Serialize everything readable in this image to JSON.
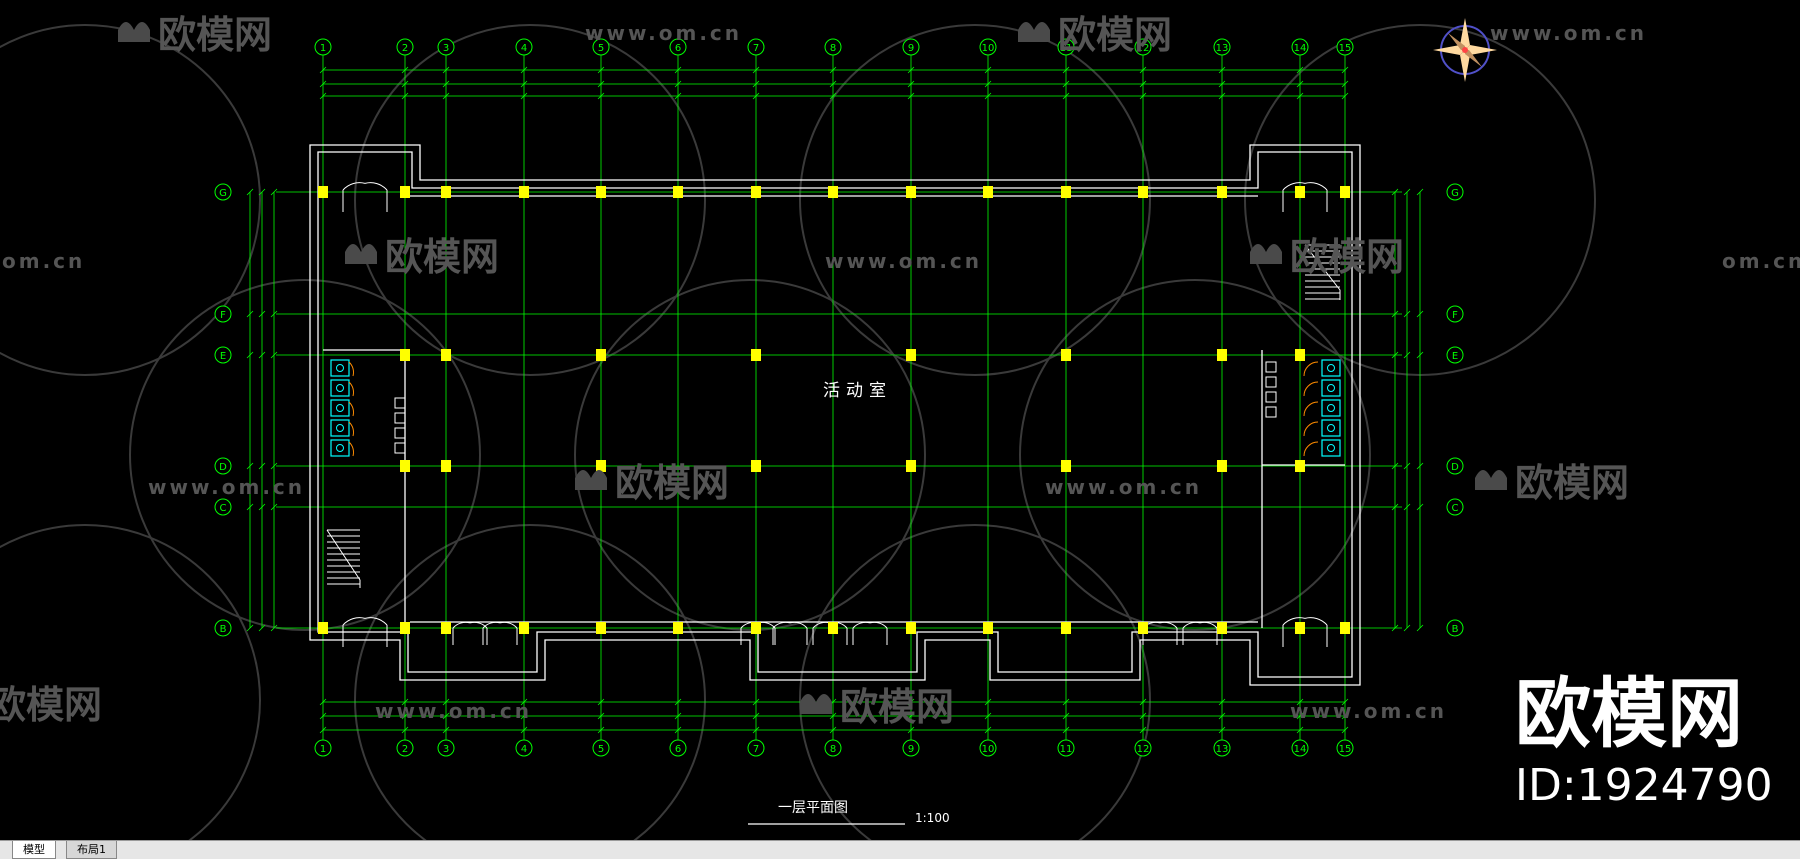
{
  "drawing": {
    "room_label": "活动室",
    "title": "一层平面图",
    "scale": "1:100",
    "column_numbers": [
      "1",
      "2",
      "3",
      "4",
      "5",
      "6",
      "7",
      "8",
      "9",
      "10",
      "11",
      "12",
      "13",
      "14",
      "15"
    ],
    "row_letters": [
      "G",
      "F",
      "E",
      "D",
      "C",
      "B"
    ],
    "colors": {
      "background": "#000000",
      "grid_line": "#00ff00",
      "wall": "#ffffff",
      "column": "#ffff00",
      "fixture": "#00ffff",
      "door_swing": "#ff8c00",
      "dimension_text": "#00ff00"
    }
  },
  "watermarks": {
    "logo_text": "欧模网",
    "url_text": "www.om.cn",
    "url_fragment": "om.cn",
    "logo_fragment": "欧模网",
    "big_logo": "欧模网",
    "id_text": "ID:1924790"
  },
  "compass": {
    "icon": "north-arrow-icon"
  },
  "tabs": {
    "model": "模型",
    "layout": "布局1"
  }
}
